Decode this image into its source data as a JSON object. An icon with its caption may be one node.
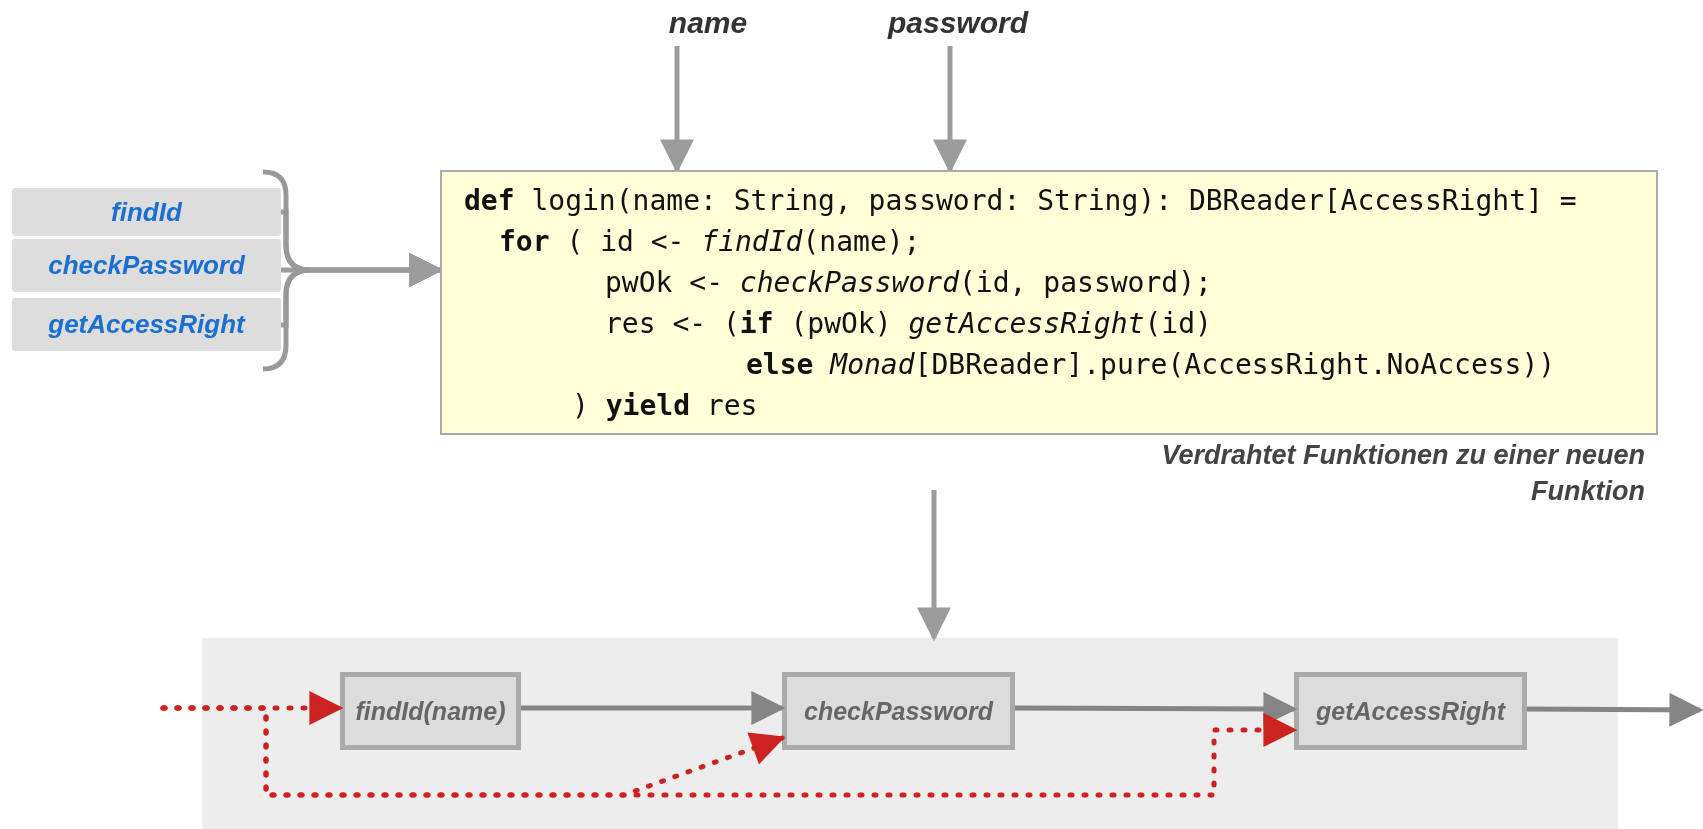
{
  "diagram": {
    "nodes": [
      {
        "text": [
          "name"
        ]
      },
      {
        "text": [
          "password"
        ]
      },
      {
        "text": [
          "findId"
        ]
      },
      {
        "text": [
          "checkPassword"
        ]
      },
      {
        "text": [
          "getAccessRight"
        ]
      },
      {
        "text": [
          "**def** login(name: String, password: String): DBReader[AccessRight] =",
          "**for** ( id <- *findId*(name);",
          "pwOk <- *checkPassword*(id, password);",
          "res <- (**if** (pwOk) *getAccessRight*(id)",
          "**else** *Monad*[DBReader].pure(AccessRight.NoAccess))",
          ") **yield** res"
        ],
        "beside": [
          "Verdrahtet Funktionen zu einer neuen Funktion"
        ]
      },
      {
        "text": [],
        "shape": "box"
      },
      {
        "text": [
          "findId(name)"
        ],
        "in": 6
      },
      {
        "text": [
          "checkPassword"
        ],
        "in": 6
      },
      {
        "text": [
          "getAccessRight"
        ],
        "in": 6
      }
    ],
    "edges": [
      {
        "from": 0,
        "to": 5,
        "arrow": "to"
      },
      {
        "from": 1,
        "to": 5,
        "arrow": "to"
      },
      {
        "from": 2,
        "to": 5,
        "arrow": "to"
      },
      {
        "from": 3,
        "to": 5,
        "arrow": "to"
      },
      {
        "from": 4,
        "to": 5,
        "arrow": "to"
      },
      {
        "from": 5,
        "to": 6,
        "arrow": "to"
      },
      {
        "from": 7,
        "to": 8,
        "arrow": "to"
      },
      {
        "from": 8,
        "to": 9,
        "arrow": "to"
      },
      {
        "from": 9,
        "to": null,
        "arrow": "to"
      },
      {
        "from": null,
        "to": 7,
        "arrow": "to",
        "style": "dashed",
        "color": "#cc2222"
      },
      {
        "from": null,
        "to": 8,
        "arrow": "to",
        "style": "dashed",
        "color": "#cc2222"
      },
      {
        "from": null,
        "to": 9,
        "arrow": "to",
        "style": "dashed",
        "color": "#cc2222"
      }
    ]
  }
}
